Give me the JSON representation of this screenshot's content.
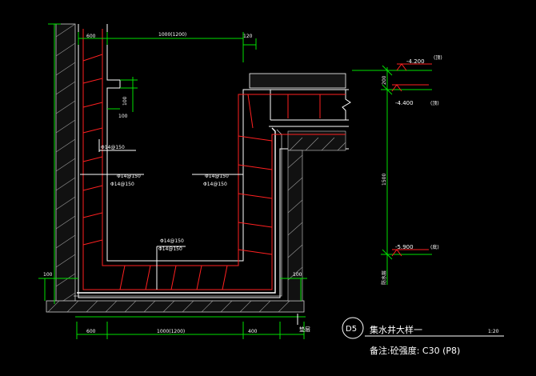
{
  "drawing": {
    "top_dims": {
      "left": "600",
      "middle": "1000(1200)",
      "right": "120"
    },
    "bottom_dims": {
      "left": "600",
      "middle": "1000(1200)",
      "right": "400"
    },
    "small_dims": {
      "v100": "100",
      "h100": "100",
      "left100": "100",
      "right100": "100"
    },
    "elevations": {
      "top": "-4.200",
      "top_note": "(顶)",
      "mid": "-4.400",
      "mid_note": "(顶)",
      "bot": "-5.900",
      "bot_note": "(底)"
    },
    "right_dims": {
      "d200": "200",
      "d1500": "1500"
    },
    "rebar_labels": {
      "left_vert": "Φ14@150",
      "left_wall_1": "Φ14@150",
      "left_wall_2": "Φ14@150",
      "mid_wall_1": "Φ14@150",
      "mid_wall_2": "Φ14@150",
      "bottom_1": "Φ14@150",
      "bottom_2": "Φ14@150"
    },
    "bottom_label": "垫层",
    "right_vert_label": "防水层",
    "title": {
      "tag": "D5",
      "name": "集水井大样一",
      "scale": "1:20",
      "note": "备注:砼强度: C30 (P8)"
    }
  }
}
